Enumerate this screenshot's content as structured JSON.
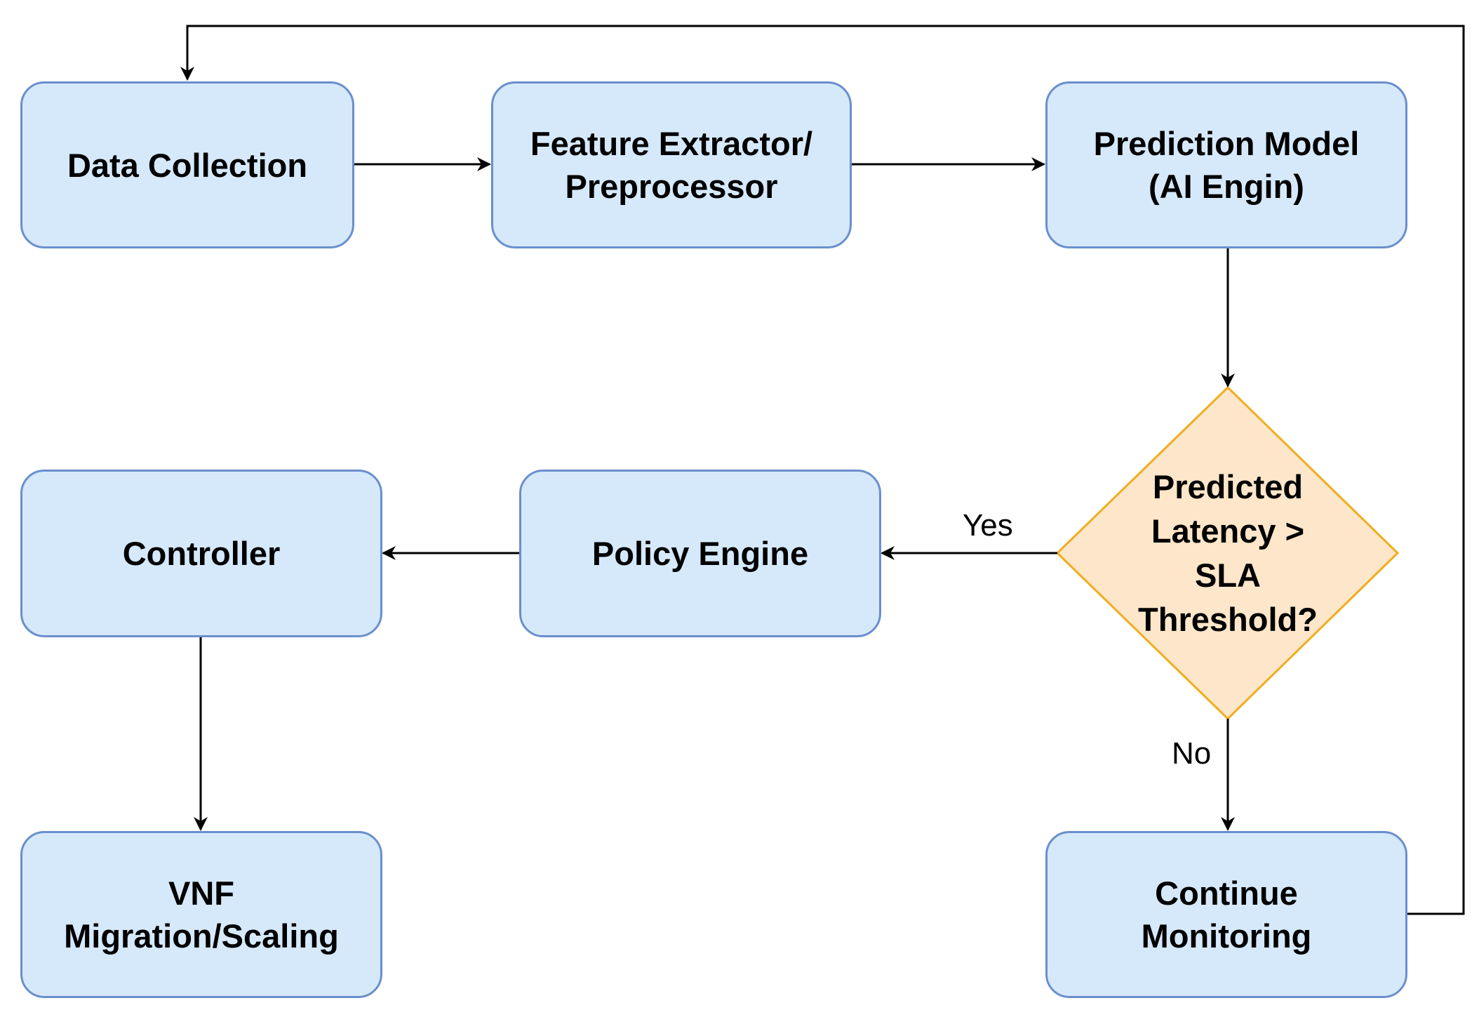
{
  "nodes": {
    "data_collection": {
      "lines": [
        "Data Collection"
      ]
    },
    "feature_extractor": {
      "lines": [
        "Feature Extractor/",
        "Preprocessor"
      ]
    },
    "prediction_model": {
      "lines": [
        "Prediction Model",
        "(AI Engin)"
      ]
    },
    "decision": {
      "lines": [
        "Predicted",
        "Latency >",
        "SLA",
        "Threshold?"
      ]
    },
    "policy_engine": {
      "lines": [
        "Policy Engine"
      ]
    },
    "controller": {
      "lines": [
        "Controller"
      ]
    },
    "vnf_migration": {
      "lines": [
        "VNF",
        "Migration/Scaling"
      ]
    },
    "continue_monitoring": {
      "lines": [
        "Continue",
        "Monitoring"
      ]
    }
  },
  "edge_labels": {
    "yes": "Yes",
    "no": "No"
  },
  "colors": {
    "box_fill": "#d6e9fb",
    "box_stroke": "#6a8fcd",
    "decision_fill": "#fde6c9",
    "decision_stroke": "#f0ad1e",
    "arrow": "#000000"
  }
}
